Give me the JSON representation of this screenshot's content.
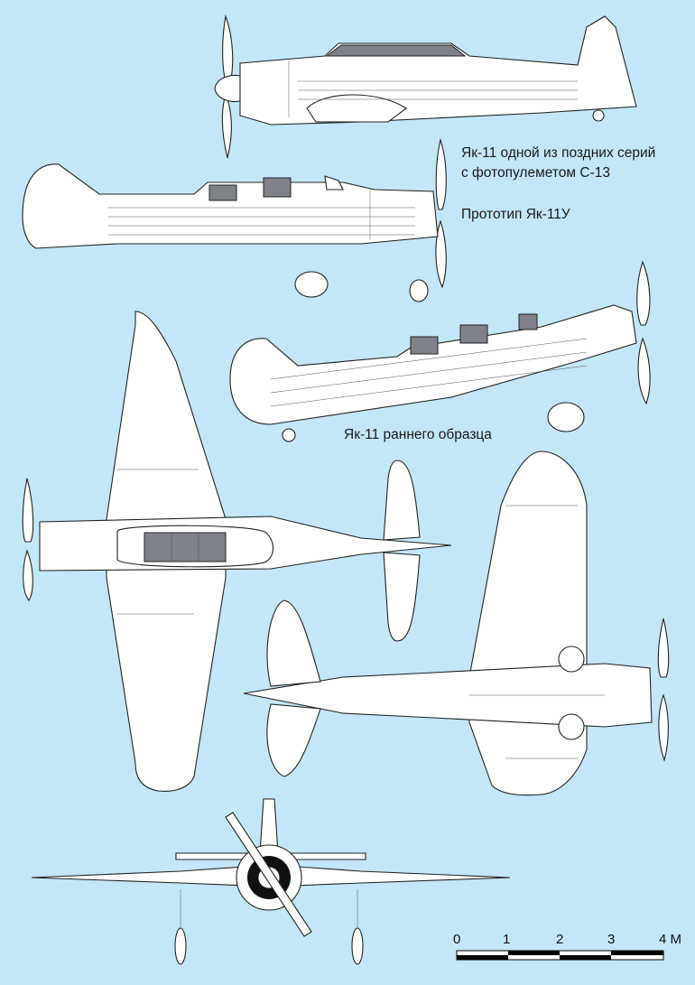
{
  "captions": {
    "late_series_line1": "Як-11 одной из поздних серий",
    "late_series_line2": "с фотопулеметом С-13",
    "prototype": "Прототип Як-11У",
    "early": "Як-11 раннего образца"
  },
  "scale_bar": {
    "ticks": [
      "0",
      "1",
      "2",
      "3",
      "4 М"
    ],
    "unit": "М"
  },
  "colors": {
    "background": "#c3e6f8",
    "glass": "#7f8288",
    "outline": "#222222"
  }
}
